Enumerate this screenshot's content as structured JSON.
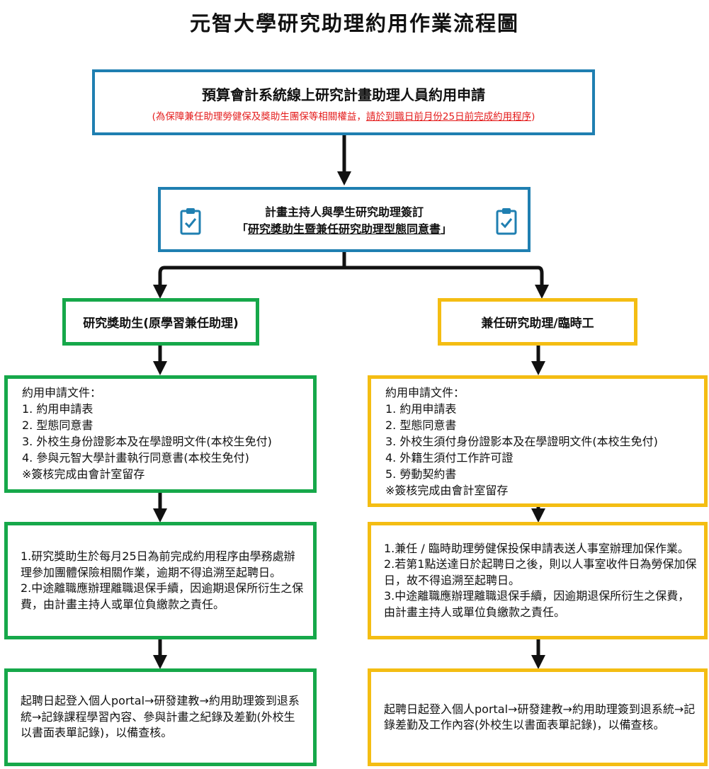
{
  "title": "元智大學研究助理約用作業流程圖",
  "top_box": {
    "main": "預算會計系統線上研究計畫助理人員約用申請",
    "note_prefix": "(為保障兼任助理勞健保及獎助生團保等相關權益，",
    "note_underlined": "請於到職日前月份25日前完成約用程序",
    "note_suffix": ")"
  },
  "agreement_box": {
    "line1": "計畫主持人與學生研究助理簽訂",
    "line2_open": "「",
    "line2_underlined": "研究獎助生暨兼任研究助理型態同意書",
    "line2_close": "」",
    "icon": "clipboard-check-icon"
  },
  "left": {
    "category": "研究獎助生(原學習兼任助理)",
    "documents": [
      "約用申請文件：",
      "1. 約用申請表",
      "2. 型態同意書",
      "3. 外校生身份證影本及在學證明文件(本校生免付)",
      "4. 參與元智大學計畫執行同意書(本校生免付)",
      "※簽核完成由會計室留存"
    ],
    "notes": [
      "1.研究獎助生於每月25日為前完成約用程序由學務處辦理參加團體保險相關作業，逾期不得追溯至起聘日。",
      "2.中途離職應辦理離職退保手續，因逾期退保所衍生之保費，由計畫主持人或單位負繳款之責任。"
    ],
    "final": "起聘日起登入個人portal→研發建教→約用助理簽到退系統→記錄課程學習內容、參與計畫之紀錄及差勤(外校生以書面表單記錄)，以備查核。",
    "color": "#16a84a"
  },
  "right": {
    "category": "兼任研究助理/臨時工",
    "documents": [
      "約用申請文件：",
      "1. 約用申請表",
      "2. 型態同意書",
      "3. 外校生須付身份證影本及在學證明文件(本校生免付)",
      "4. 外籍生須付工作許可證",
      "5. 勞動契約書",
      "※簽核完成由會計室留存"
    ],
    "notes": [
      "1.兼任 / 臨時助理勞健保投保申請表送人事室辦理加保作業。",
      "2.若第1點送達日於起聘日之後，則以人事室收件日為勞保加保日，故不得追溯至起聘日。",
      "3.中途離職應辦理離職退保手續，因逾期退保所衍生之保費，由計畫主持人或單位負繳款之責任。"
    ],
    "final": "起聘日起登入個人portal→研發建教→約用助理簽到退系統→記錄差勤及工作內容(外校生以書面表單記錄)，以備查核。",
    "color": "#f4bd13"
  },
  "blue_color": "#1f7fb1",
  "note_color": "#e41c1c"
}
